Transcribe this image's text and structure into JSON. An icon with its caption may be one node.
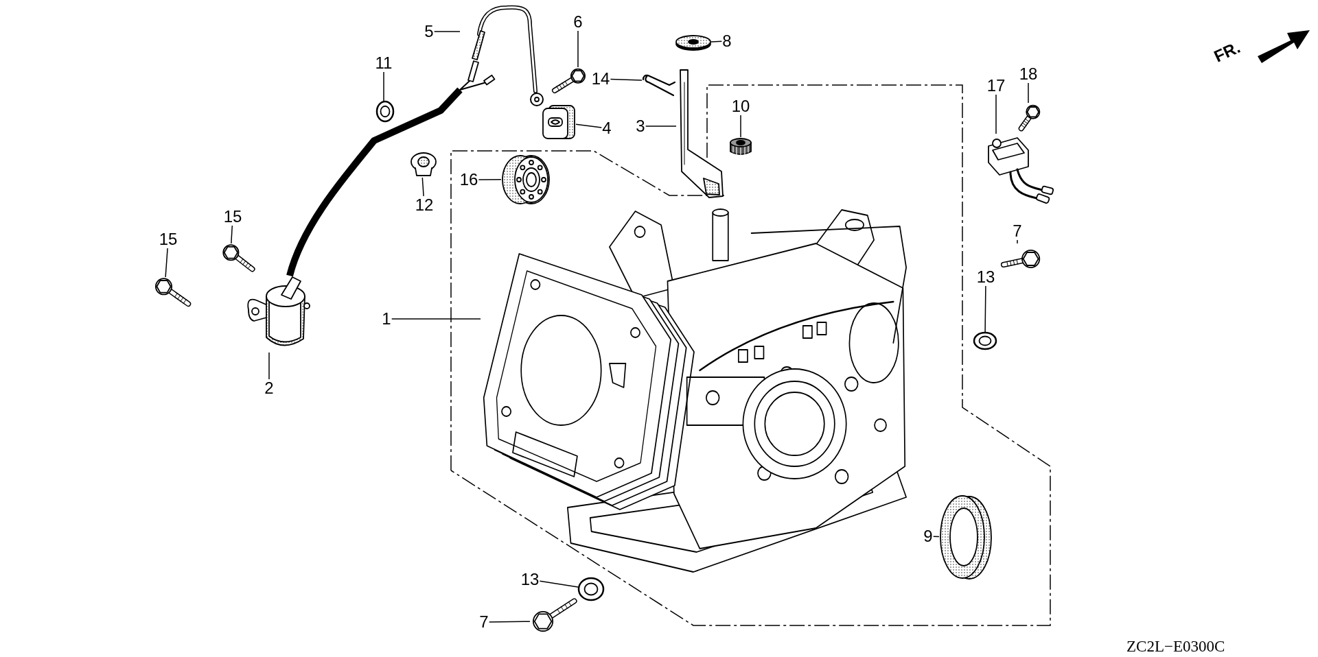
{
  "diagram": {
    "nodes": [
      {
        "text": [
          "1"
        ]
      },
      {
        "text": [],
        "shape": "picture"
      },
      {
        "text": [
          "2"
        ]
      },
      {
        "text": [],
        "shape": "picture"
      },
      {
        "text": [
          "3"
        ]
      },
      {
        "text": [],
        "shape": "picture"
      },
      {
        "text": [
          "4"
        ]
      },
      {
        "text": [],
        "shape": "picture"
      },
      {
        "text": [
          "5"
        ]
      },
      {
        "text": [],
        "shape": "picture"
      },
      {
        "text": [
          "6"
        ]
      },
      {
        "text": [],
        "shape": "picture"
      },
      {
        "text": [
          "7"
        ]
      },
      {
        "text": [],
        "shape": "picture"
      },
      {
        "text": [
          "7"
        ]
      },
      {
        "text": [],
        "shape": "picture"
      },
      {
        "text": [
          "8"
        ]
      },
      {
        "text": [],
        "shape": "picture"
      },
      {
        "text": [
          "9"
        ]
      },
      {
        "text": [],
        "shape": "picture"
      },
      {
        "text": [
          "10"
        ]
      },
      {
        "text": [],
        "shape": "picture"
      },
      {
        "text": [
          "11"
        ]
      },
      {
        "text": [],
        "shape": "picture"
      },
      {
        "text": [
          "12"
        ]
      },
      {
        "text": [],
        "shape": "picture"
      },
      {
        "text": [
          "13"
        ]
      },
      {
        "text": [],
        "shape": "picture"
      },
      {
        "text": [
          "13"
        ]
      },
      {
        "text": [],
        "shape": "picture"
      },
      {
        "text": [
          "14"
        ]
      },
      {
        "text": [],
        "shape": "picture"
      },
      {
        "text": [
          "15"
        ]
      },
      {
        "text": [],
        "shape": "picture"
      },
      {
        "text": [
          "15"
        ]
      },
      {
        "text": [],
        "shape": "picture"
      },
      {
        "text": [
          "16"
        ]
      },
      {
        "text": [],
        "shape": "picture"
      },
      {
        "text": [
          "17"
        ]
      },
      {
        "text": [],
        "shape": "picture"
      },
      {
        "text": [
          "18"
        ]
      },
      {
        "text": [],
        "shape": "picture"
      }
    ],
    "edges": [
      {
        "from": 0,
        "to": 1,
        "arrow": "none"
      },
      {
        "from": 2,
        "to": 3,
        "arrow": "none"
      },
      {
        "from": 4,
        "to": 5,
        "arrow": "none"
      },
      {
        "from": 6,
        "to": 7,
        "arrow": "none"
      },
      {
        "from": 8,
        "to": 9,
        "arrow": "none"
      },
      {
        "from": 10,
        "to": 11,
        "arrow": "none"
      },
      {
        "from": 12,
        "to": 13,
        "arrow": "none"
      },
      {
        "from": 14,
        "to": 15,
        "arrow": "none"
      },
      {
        "from": 16,
        "to": 17,
        "arrow": "none"
      },
      {
        "from": 18,
        "to": 19,
        "arrow": "none"
      },
      {
        "from": 20,
        "to": 21,
        "arrow": "none"
      },
      {
        "from": 22,
        "to": 23,
        "arrow": "none"
      },
      {
        "from": 24,
        "to": 25,
        "arrow": "none"
      },
      {
        "from": 26,
        "to": 27,
        "arrow": "none"
      },
      {
        "from": 28,
        "to": 29,
        "arrow": "none"
      },
      {
        "from": 30,
        "to": 31,
        "arrow": "none"
      },
      {
        "from": 32,
        "to": 33,
        "arrow": "none"
      },
      {
        "from": 34,
        "to": 35,
        "arrow": "none"
      },
      {
        "from": 36,
        "to": 37,
        "arrow": "none"
      },
      {
        "from": 38,
        "to": 39,
        "arrow": "none"
      },
      {
        "from": 40,
        "to": 41,
        "arrow": "none"
      },
      {
        "from": 3,
        "to": 9,
        "arrow": "none",
        "style": "thick"
      }
    ],
    "labels": [
      "FR.",
      "ZC2L−E0300C"
    ]
  }
}
